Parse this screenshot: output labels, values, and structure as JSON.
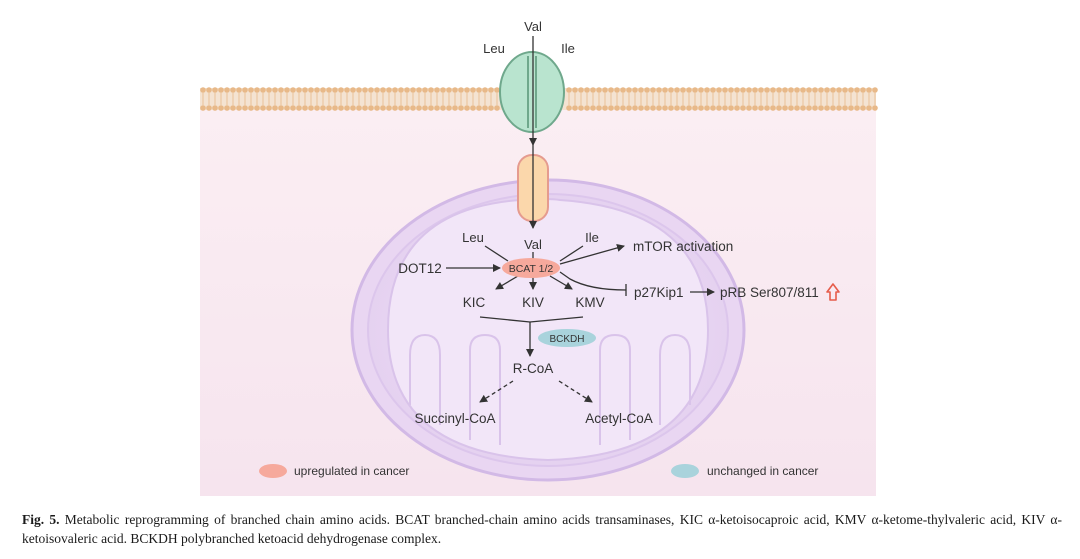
{
  "colors": {
    "membrane_head": "#e8b989",
    "membrane_tail": "#f1dcc6",
    "channel_fill": "#b9e4cf",
    "channel_stroke": "#6fa88c",
    "cell_bg": "#fbeef2",
    "mito_outer": "#d7c4ea",
    "mito_inner": "#eadcf5",
    "transporter_fill": "#fbd7ab",
    "transporter_stroke": "#e59b8f",
    "upregulated": "#f6a99c",
    "unchanged": "#a9d3dc",
    "up_arrow": "#e65c4a"
  },
  "diagram": {
    "top_labels": {
      "val": "Val",
      "leu": "Leu",
      "ile": "Ile"
    },
    "inner_labels": {
      "leu": "Leu",
      "val": "Val",
      "ile": "Ile"
    },
    "enzyme": "BCAT 1/2",
    "inhibitor": "DOT12",
    "mtor": "mTOR activation",
    "p27": "p27Kip1",
    "prb": "pRB Ser807/811",
    "products": {
      "kic": "KIC",
      "kiv": "KIV",
      "kmv": "KMV"
    },
    "complex": "BCKDH",
    "rcoa": "R-CoA",
    "succinyl": "Succinyl-CoA",
    "acetyl": "Acetyl-CoA"
  },
  "legend": {
    "upregulated": "upregulated in cancer",
    "unchanged": "unchanged in cancer"
  },
  "caption": {
    "label": "Fig. 5.",
    "text": " Metabolic reprogramming of branched chain amino acids. BCAT branched-chain amino acids transaminases, KIC α-ketoisocaproic acid, KMV α-ketome-thylvaleric acid, KIV α-ketoisovaleric acid. BCKDH polybranched ketoacid dehydrogenase complex."
  }
}
